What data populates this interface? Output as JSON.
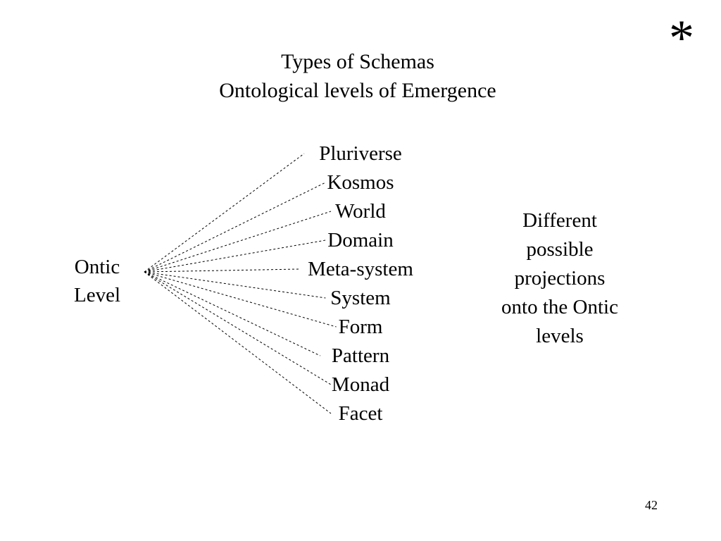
{
  "slide": {
    "corner_mark": "*",
    "title_line1": "Types of Schemas",
    "title_line2": "Ontological levels of Emergence",
    "source_label_line1": "Ontic",
    "source_label_line2": "Level",
    "levels": [
      "Pluriverse",
      "Kosmos",
      "World",
      "Domain",
      "Meta-system",
      "System",
      "Form",
      "Pattern",
      "Monad",
      "Facet"
    ],
    "side_note_lines": [
      "Different",
      "possible",
      "projections",
      "onto the Ontic",
      "levels"
    ],
    "page_number": "42"
  },
  "colors": {
    "text": "#000000",
    "background": "#ffffff",
    "connector_line": "#000000"
  }
}
